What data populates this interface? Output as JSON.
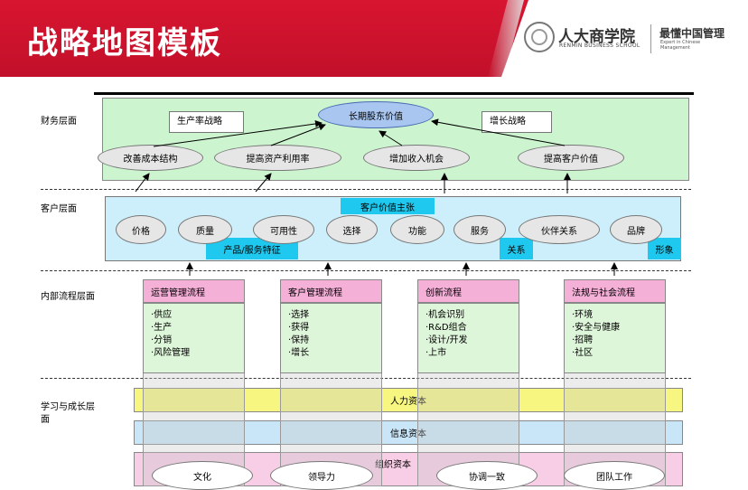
{
  "header": {
    "title": "战略地图模板",
    "brand_cn": "人大商学院",
    "brand_en": "RENMIN BUSINESS SCHOOL",
    "slogan_cn": "最懂中国管理",
    "slogan_en": "Expert in Chinese Management"
  },
  "layers": {
    "financial": "财务层面",
    "customer": "客户层面",
    "internal": "内部流程层面",
    "learning": "学习与成长层面"
  },
  "financial": {
    "long_term_value": "长期股东价值",
    "productivity_strategy": "生产率战略",
    "growth_strategy": "增长战略",
    "drivers": [
      "改善成本结构",
      "提高资产利用率",
      "增加收入机会",
      "提高客户价值"
    ]
  },
  "customer": {
    "value_proposition": "客户价值主张",
    "attributes": [
      "价格",
      "质量",
      "可用性",
      "选择",
      "功能",
      "服务",
      "伙伴关系",
      "品牌"
    ],
    "groups": [
      "产品/服务特征",
      "关系",
      "形象"
    ]
  },
  "internal": {
    "processes": [
      {
        "title": "运营管理流程",
        "items": [
          "·供应",
          "·生产",
          "·分销",
          "·风险管理"
        ]
      },
      {
        "title": "客户管理流程",
        "items": [
          "·选择",
          "·获得",
          "·保持",
          "·增长"
        ]
      },
      {
        "title": "创新流程",
        "items": [
          "·机会识别",
          "·R&D组合",
          "·设计/开发",
          "·上市"
        ]
      },
      {
        "title": "法规与社会流程",
        "items": [
          "·环境",
          "·安全与健康",
          "·招聘",
          "·社区"
        ]
      }
    ]
  },
  "learning": {
    "human_capital": "人力资本",
    "information_capital": "信息资本",
    "organization_capital": "组织资本",
    "org_items": [
      "文化",
      "领导力",
      "协调一致",
      "团队工作"
    ]
  },
  "colors": {
    "header_red": "#d81530",
    "financial_bg": "#ccf5cf",
    "customer_bg": "#cdeffc",
    "value_ellipse": "#a9c6f0",
    "group_cyan": "#1ec8ee",
    "process_head": "#f5b0d8",
    "process_body": "#ddf5d8",
    "human_bar": "#f6f680",
    "info_bar": "#c8e6f8",
    "org_bar": "#f8cde6"
  }
}
